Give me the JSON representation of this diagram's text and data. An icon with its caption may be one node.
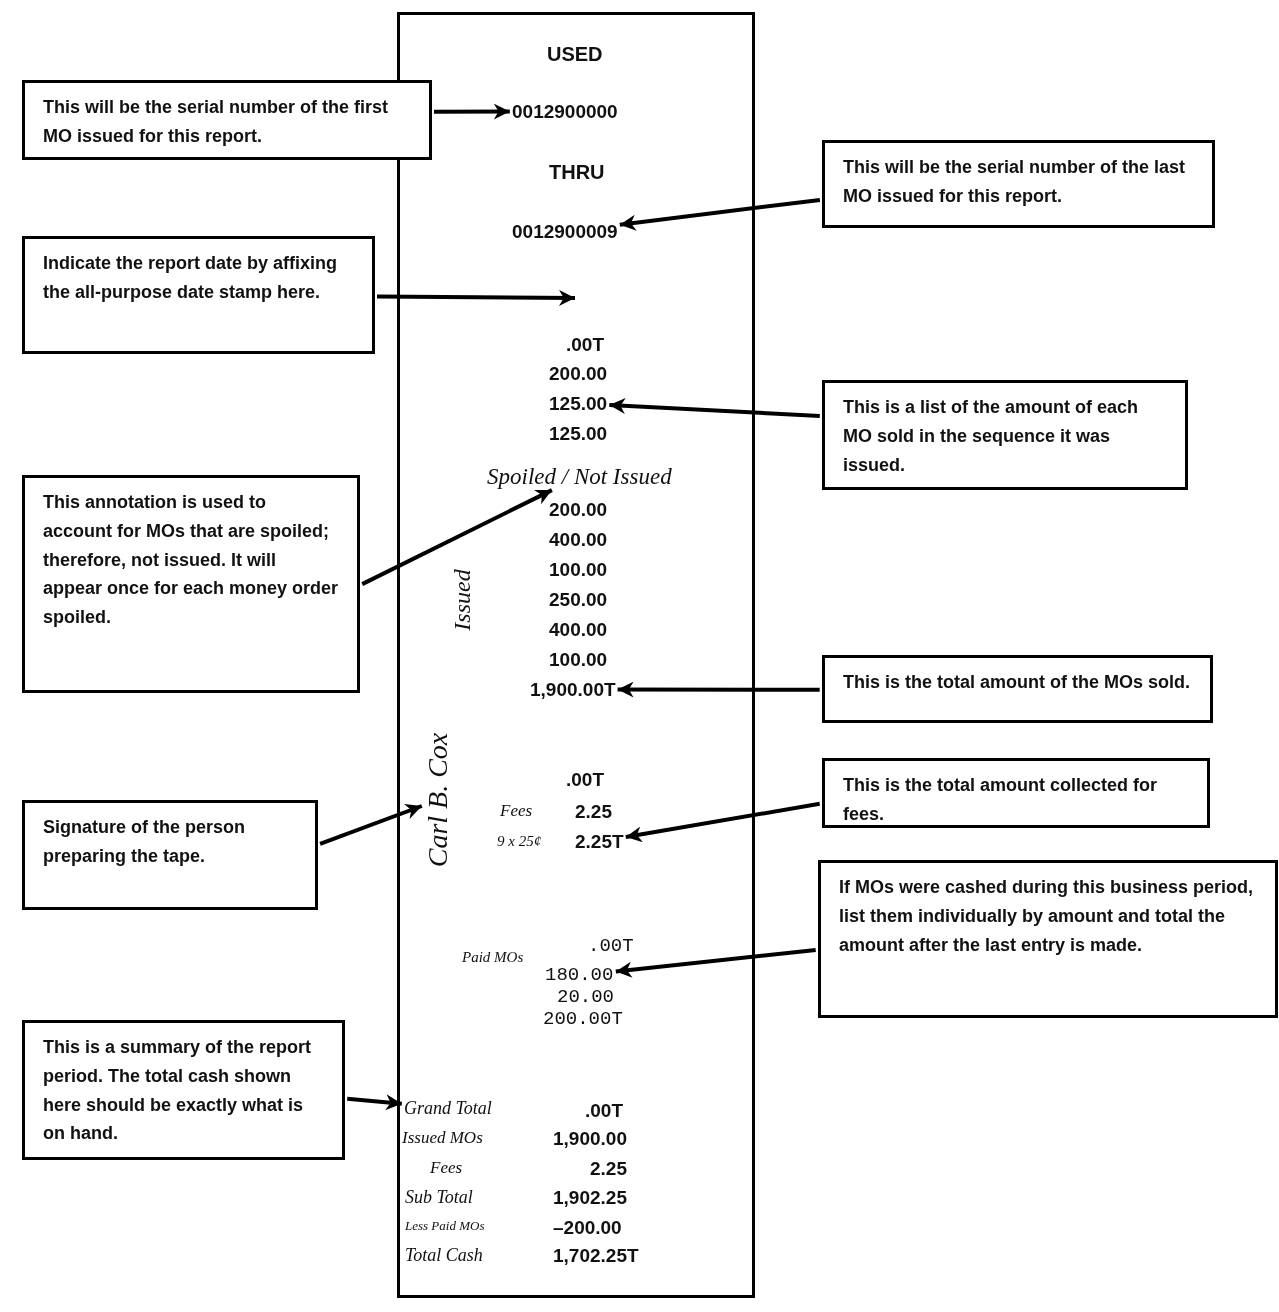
{
  "diagram": {
    "nodes": [
      {
        "text": [],
        "shape": "box"
      },
      {
        "text": [
          "This will be the serial number of the first MO issued for this report."
        ]
      },
      {
        "text": [
          "0012900000"
        ],
        "in": 0
      },
      {
        "text": [
          "This will be the serial number of the last MO issued for this report."
        ]
      },
      {
        "text": [
          "0012900009"
        ],
        "in": 0
      },
      {
        "text": [
          "Indicate the report date by affixing the all-purpose date stamp here."
        ]
      },
      {
        "text": [
          "This is a list of the amount of each MO sold in the sequence it was issued."
        ]
      },
      {
        "text": [
          "125.00"
        ],
        "in": 0
      },
      {
        "text": [
          "This annotation is used to account for MOs that are spoiled; therefore, not issued. It will appear once for each money order spoiled."
        ]
      },
      {
        "text": [
          "Spoiled / Not Issued"
        ],
        "in": 0
      },
      {
        "text": [
          "This is the total amount of the MOs sold."
        ]
      },
      {
        "text": [
          "1,900.00T"
        ],
        "in": 0
      },
      {
        "text": [
          "This is the total amount collected for fees."
        ]
      },
      {
        "text": [
          "2.25T"
        ],
        "in": 0
      },
      {
        "text": [
          "Signature of the person preparing the tape."
        ]
      },
      {
        "text": [
          "Carl B. Cox"
        ],
        "in": 0
      },
      {
        "text": [
          "If MOs were cashed during this business period, list them individually by amount and total the amount after the last entry is made."
        ]
      },
      {
        "text": [
          "180.00"
        ],
        "in": 0
      },
      {
        "text": [
          "This is a summary of the report period. The total cash shown here should be exactly what is on hand."
        ]
      },
      {
        "text": [
          "Grand Total"
        ],
        "in": 0
      }
    ],
    "edges": [
      {
        "from": 1,
        "to": 2,
        "arrow": "to"
      },
      {
        "from": 3,
        "to": 4,
        "arrow": "to"
      },
      {
        "from": 5,
        "to": null,
        "arrow": "to"
      },
      {
        "from": 6,
        "to": 7,
        "arrow": "to"
      },
      {
        "from": 8,
        "to": 9,
        "arrow": "to"
      },
      {
        "from": 10,
        "to": 11,
        "arrow": "to"
      },
      {
        "from": 12,
        "to": 13,
        "arrow": "to"
      },
      {
        "from": 14,
        "to": 15,
        "arrow": "to"
      },
      {
        "from": 16,
        "to": 17,
        "arrow": "to"
      },
      {
        "from": 18,
        "to": 19,
        "arrow": "to"
      }
    ],
    "labels": [
      "USED",
      "THRU",
      ".00T",
      "200.00",
      "125.00",
      "200.00",
      "400.00",
      "100.00",
      "250.00",
      "400.00",
      "100.00",
      "Issued",
      ".00T",
      "Fees",
      "2.25",
      "9 x 25¢",
      ".00T",
      "Paid MOs",
      "20.00",
      "200.00T",
      ".00T",
      "Issued MOs",
      "1,900.00",
      "Fees",
      "2.25",
      "Sub Total",
      "1,902.25",
      "Less Paid MOs",
      "–200.00",
      "Total Cash",
      "1,702.25T"
    ]
  }
}
